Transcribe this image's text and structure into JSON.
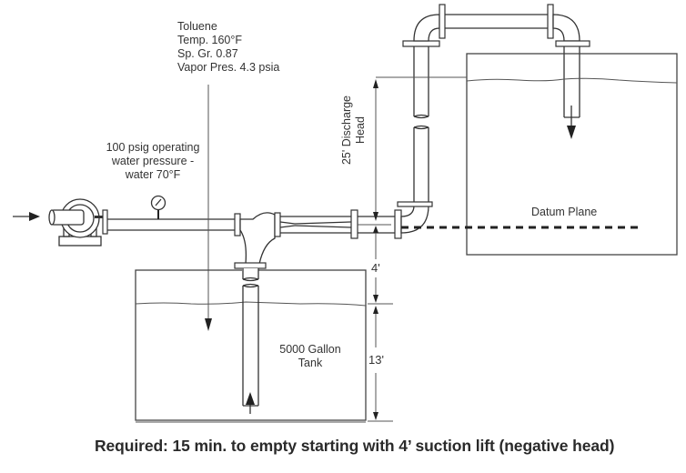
{
  "diagram": {
    "fluid_label": {
      "lines": [
        "Toluene",
        "Temp. 160°F",
        "Sp. Gr. 0.87",
        "Vapor Pres. 4.3 psia"
      ]
    },
    "motive_label": {
      "lines": [
        "100 psig operating",
        "water pressure -",
        "water 70°F"
      ]
    },
    "discharge_head_label": {
      "lines": [
        "25' Discharge",
        "Head"
      ]
    },
    "suction_lift_label": "4'",
    "liquid_depth_label": "13'",
    "tank_label": {
      "lines": [
        "5000 Gallon",
        "Tank"
      ]
    },
    "datum_label": "Datum Plane",
    "caption": "Required:  15 min. to empty starting with 4’ suction lift (negative head)",
    "components": [
      "inlet-arrow-icon",
      "centrifugal-pump-icon",
      "pressure-gauge-icon",
      "eductor-icon",
      "source-tank",
      "receiving-tank",
      "discharge-pipe",
      "suction-pipe"
    ]
  }
}
